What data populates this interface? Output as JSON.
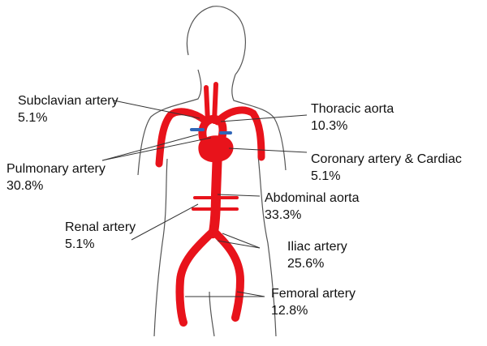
{
  "colors": {
    "artery": "#e8131b",
    "vein_marker": "#3066b8",
    "outline": "#555555",
    "leader": "#333333",
    "text": "#111111"
  },
  "labels": [
    {
      "id": "subclavian",
      "name": "Subclavian artery",
      "pct": "5.1%"
    },
    {
      "id": "pulmonary",
      "name": "Pulmonary artery",
      "pct": "30.8%"
    },
    {
      "id": "renal",
      "name": "Renal artery",
      "pct": "5.1%"
    },
    {
      "id": "thoracic",
      "name": "Thoracic aorta",
      "pct": "10.3%"
    },
    {
      "id": "coronary",
      "name": "Coronary artery & Cardiac",
      "pct": "5.1%"
    },
    {
      "id": "abdominal",
      "name": "Abdominal aorta",
      "pct": "33.3%"
    },
    {
      "id": "iliac",
      "name": "Iliac artery",
      "pct": "25.6%"
    },
    {
      "id": "femoral",
      "name": "Femoral artery",
      "pct": "12.8%"
    }
  ]
}
